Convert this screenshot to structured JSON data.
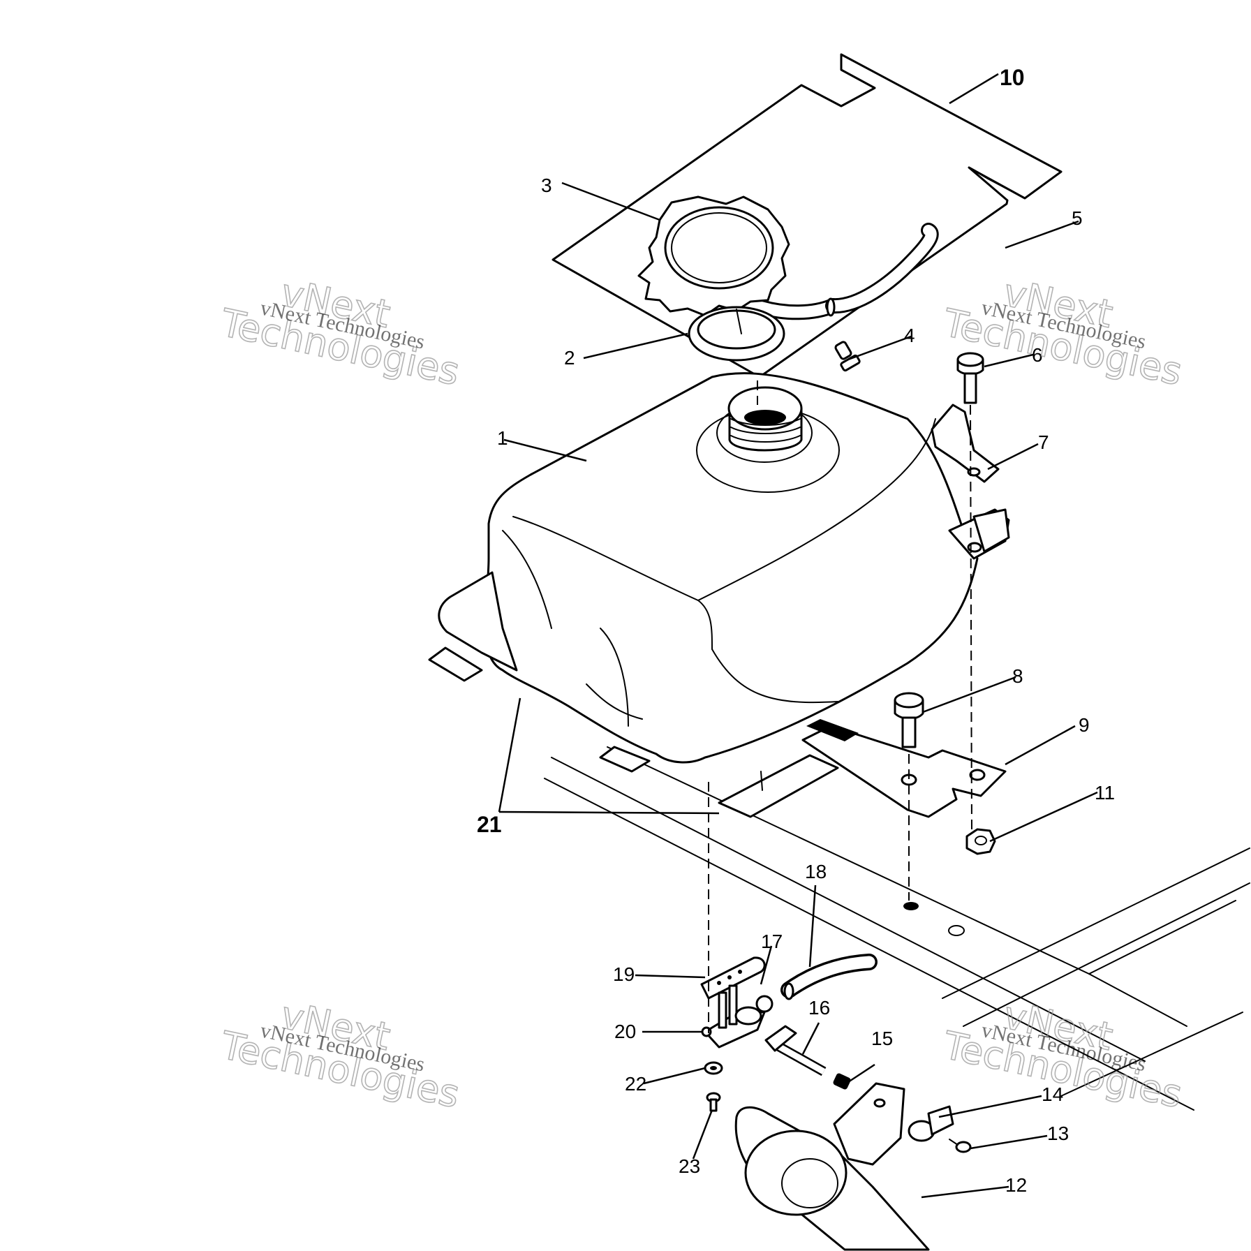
{
  "watermark": {
    "line_small": "vNext Technologies",
    "line_big_1": "vNext",
    "line_big_2": "Technologies"
  },
  "callouts": [
    "1",
    "2",
    "3",
    "4",
    "5",
    "6",
    "7",
    "8",
    "9",
    "10",
    "11",
    "12",
    "13",
    "14",
    "15",
    "16",
    "17",
    "18",
    "19",
    "20",
    "21",
    "22",
    "23"
  ],
  "colors": {
    "ink": "#000000",
    "paper": "#ffffff",
    "watermark": "#9a9a9a"
  }
}
